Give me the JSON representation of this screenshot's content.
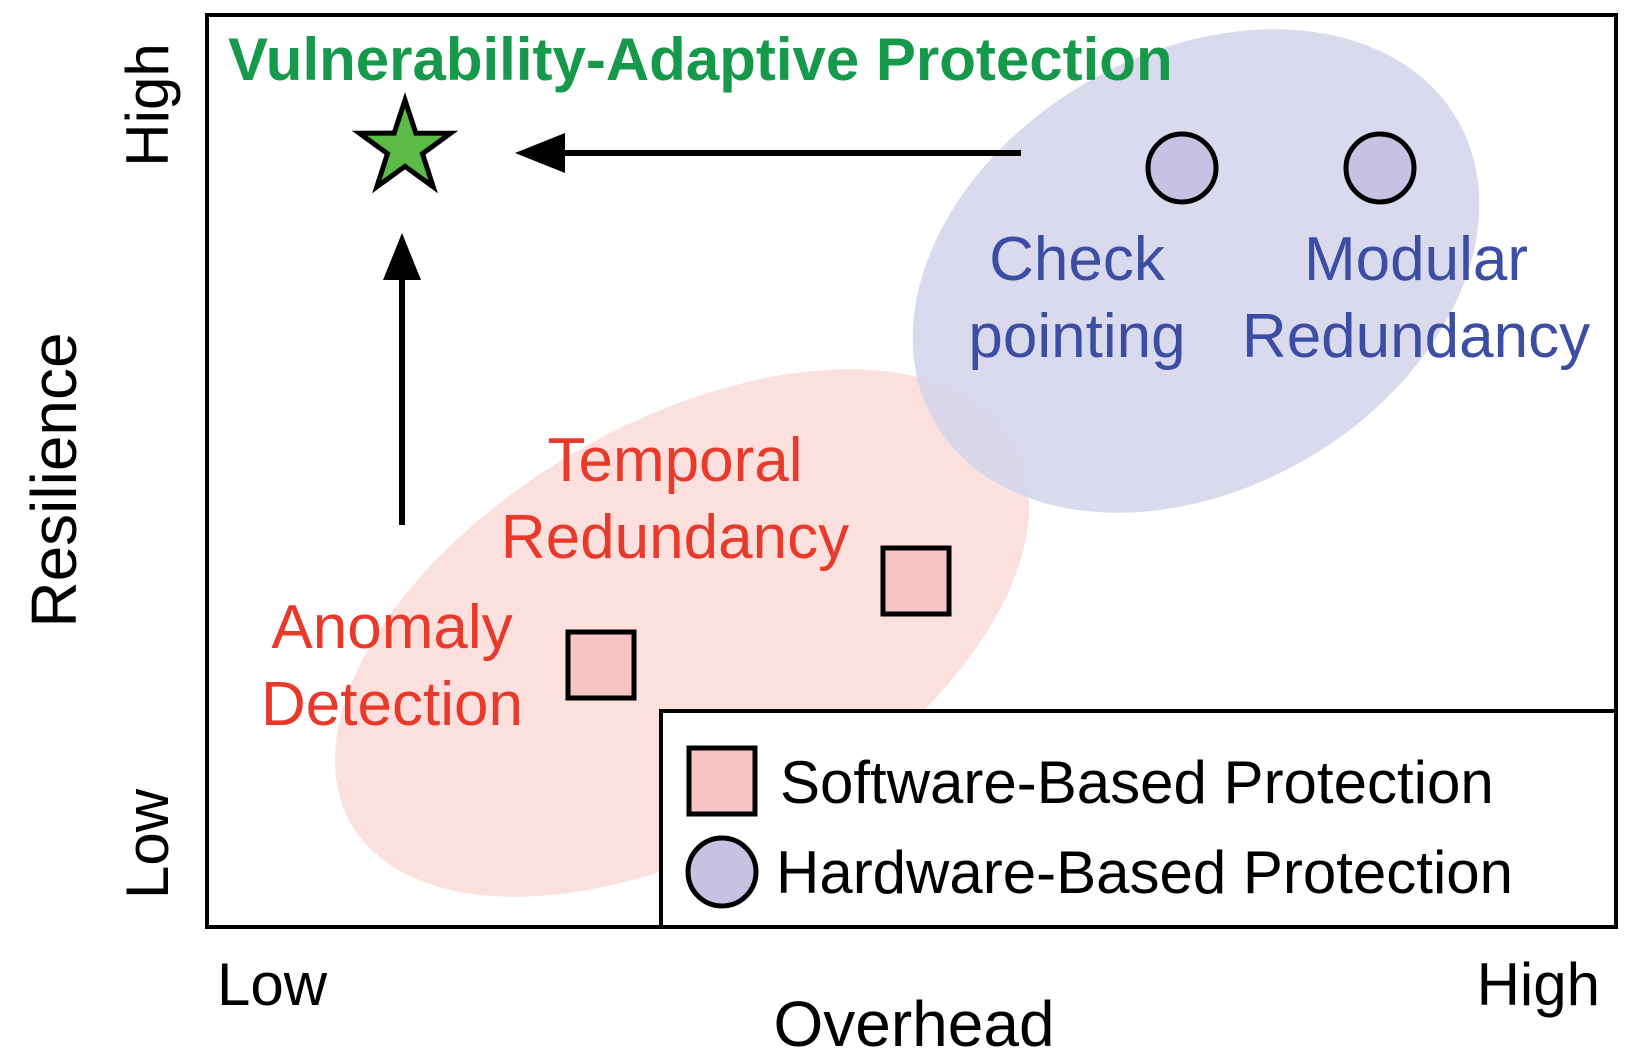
{
  "axes": {
    "x_label": "Overhead",
    "x_low": "Low",
    "x_high": "High",
    "y_label": "Resilience",
    "y_low": "Low",
    "y_high": "High"
  },
  "regions": {
    "software": {
      "color": "#fbe0de"
    },
    "hardware": {
      "color": "#d6d6ec"
    }
  },
  "target": {
    "label": "Vulnerability-Adaptive Protection",
    "color": "#16994a",
    "marker_color": "#5cba47"
  },
  "software_labels": {
    "color": "#e8392b",
    "temporal_line1": "Temporal",
    "temporal_line2": "Redundancy",
    "anomaly_line1": "Anomaly",
    "anomaly_line2": "Detection"
  },
  "hardware_labels": {
    "color": "#3c4ea4",
    "checkpoint_line1": "Check",
    "checkpoint_line2": "pointing",
    "modular_line1": "Modular",
    "modular_line2": "Redundancy"
  },
  "markers": {
    "square_fill": "#f8c3c3",
    "circle_fill": "#c6c3e2"
  },
  "legend": {
    "software": "Software-Based Protection",
    "hardware": "Hardware-Based Protection"
  }
}
